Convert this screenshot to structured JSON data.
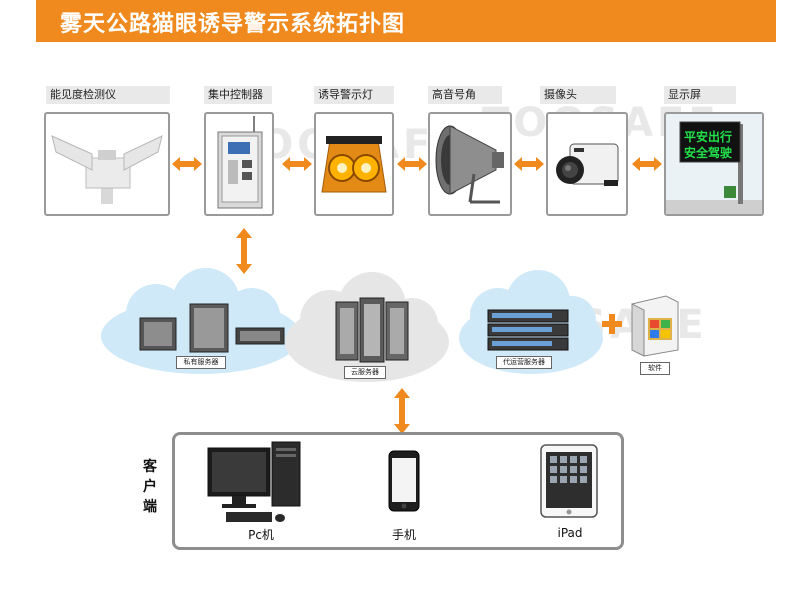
{
  "title": "雾天公路猫眼诱导警示系统拓扑图",
  "devices": [
    {
      "label": "能见度检测仪",
      "icon": "visibility-meter-icon"
    },
    {
      "label": "集中控制器",
      "icon": "control-cabinet-icon"
    },
    {
      "label": "诱导警示灯",
      "icon": "warning-light-icon"
    },
    {
      "label": "高音号角",
      "icon": "horn-speaker-icon"
    },
    {
      "label": "摄像头",
      "icon": "camera-icon"
    },
    {
      "label": "显示屏",
      "icon": "led-sign-icon"
    }
  ],
  "sign_text": {
    "line1": "平安出行",
    "line2": "安全驾驶"
  },
  "servers": {
    "private": "私有服务器",
    "cloud": "云服务器",
    "hosted": "代运营服务器",
    "software": "软件"
  },
  "client": {
    "title": "客户端",
    "title_chars": [
      "客",
      "户",
      "端"
    ],
    "items": [
      {
        "label": "Pc机",
        "icon": "desktop-pc-icon"
      },
      {
        "label": "手机",
        "icon": "smartphone-icon"
      },
      {
        "label": "iPad",
        "icon": "tablet-icon"
      }
    ]
  },
  "colors": {
    "accent": "#f08a1e",
    "cloud": "#cfe9f8",
    "cloud_gray": "#e6e6e6"
  }
}
